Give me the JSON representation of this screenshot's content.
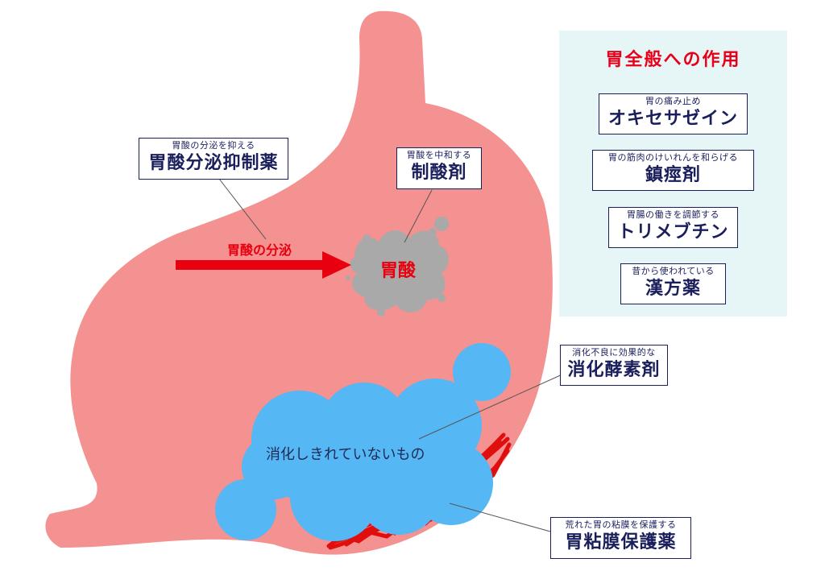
{
  "colors": {
    "stomach": "#f49191",
    "acid": "#a9a9a9",
    "undigested": "#55b7f4",
    "arrow": "#e8000e",
    "mucosa": "#e00e0e",
    "panel": "#e6f5f5",
    "box_border": "#1a1f5c",
    "box_text": "#1a1f5c",
    "panel_title": "#e8001a"
  },
  "secretion": {
    "label": "胃酸の分泌"
  },
  "acid": {
    "label": "胃酸"
  },
  "undigested": {
    "label": "消化しきれていないもの"
  },
  "labels": {
    "acid_suppressant": {
      "sub": "胃酸の分泌を抑える",
      "main": "胃酸分泌抑制薬"
    },
    "antacid": {
      "sub": "胃酸を中和する",
      "main": "制酸剤"
    },
    "digestive_enzyme": {
      "sub": "消化不良に効果的な",
      "main": "消化酵素剤"
    },
    "mucosal_protectant": {
      "sub": "荒れた胃の粘膜を保護する",
      "main": "胃粘膜保護薬"
    }
  },
  "panel": {
    "title": "胃全般への作用",
    "items": [
      {
        "sub": "胃の痛み止め",
        "main": "オキセサゼイン"
      },
      {
        "sub": "胃の筋肉のけいれんを和らげる",
        "main": "鎮痙剤"
      },
      {
        "sub": "胃腸の働きを調節する",
        "main": "トリメブチン"
      },
      {
        "sub": "昔から使われている",
        "main": "漢方薬"
      }
    ]
  }
}
